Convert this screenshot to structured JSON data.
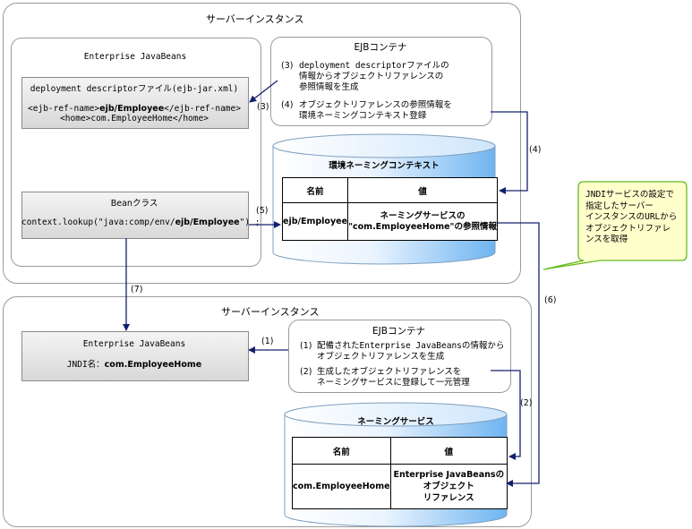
{
  "server_top": {
    "title": "サーバーインスタンス",
    "ejb_panel": {
      "title": "Enterprise JavaBeans",
      "descriptor": {
        "title": "deployment descriptorファイル(ejb-jar.xml)",
        "line1_pre": "<ejb-ref-name>",
        "line1_bold": "ejb/Employee",
        "line1_post": "</ejb-ref-name>",
        "line2": "<home>com.EmployeeHome</home>"
      },
      "bean": {
        "title": "Beanクラス",
        "lookup_pre": "context.lookup(\"java:comp/env/",
        "lookup_bold": "ejb/Employee",
        "lookup_post": "\") ;"
      }
    },
    "container": {
      "title": "EJBコンテナ",
      "step3_num": "(3)",
      "step3_text": "deployment descriptorファイルの\n情報からオブジェクトリファレンスの\n参照情報を生成",
      "step4_num": "(4)",
      "step4_text": "オブジェクトリファレンスの参照情報を\n環境ネーミングコンテキスト登録"
    },
    "context_db": {
      "title": "環境ネーミングコンテキスト",
      "col_name": "名前",
      "col_value": "値",
      "row_name": "ejb/Employee",
      "row_value": "ネーミングサービスの\n\"com.EmployeeHome\"の参照情報"
    }
  },
  "server_bottom": {
    "title": "サーバーインスタンス",
    "ejb_box": {
      "title": "Enterprise JavaBeans",
      "jndi_label": "JNDI名：",
      "jndi_value": "com.EmployeeHome"
    },
    "container": {
      "title": "EJBコンテナ",
      "step1_num": "(1)",
      "step1_text": "配備されたEnterprise JavaBeansの情報から\nオブジェクトリファレンスを生成",
      "step2_num": "(2)",
      "step2_text": "生成したオブジェクトリファレンスを\nネーミングサービスに登録して一元管理"
    },
    "naming_db": {
      "title": "ネーミングサービス",
      "col_name": "名前",
      "col_value": "値",
      "row_name": "com.EmployeeHome",
      "row_value": "Enterprise JavaBeansの\nオブジェクト\nリファレンス"
    }
  },
  "callout": {
    "text": "JNDIサービスの設定で\n指定したサーバー\nインスタンスのURLから\nオブジェクトリファレ\nンスを取得"
  },
  "arrow_labels": {
    "a1": "(1)",
    "a2": "(2)",
    "a3": "(3)",
    "a4": "(4)",
    "a5": "(5)",
    "a6": "(6)",
    "a7": "(7)"
  },
  "colors": {
    "arrow": "#14206e",
    "db_fill_light": "#ffffff",
    "db_fill_dark": "#6eb4f0",
    "callout_fill": "#ffffcc",
    "callout_border": "#66bb22"
  }
}
